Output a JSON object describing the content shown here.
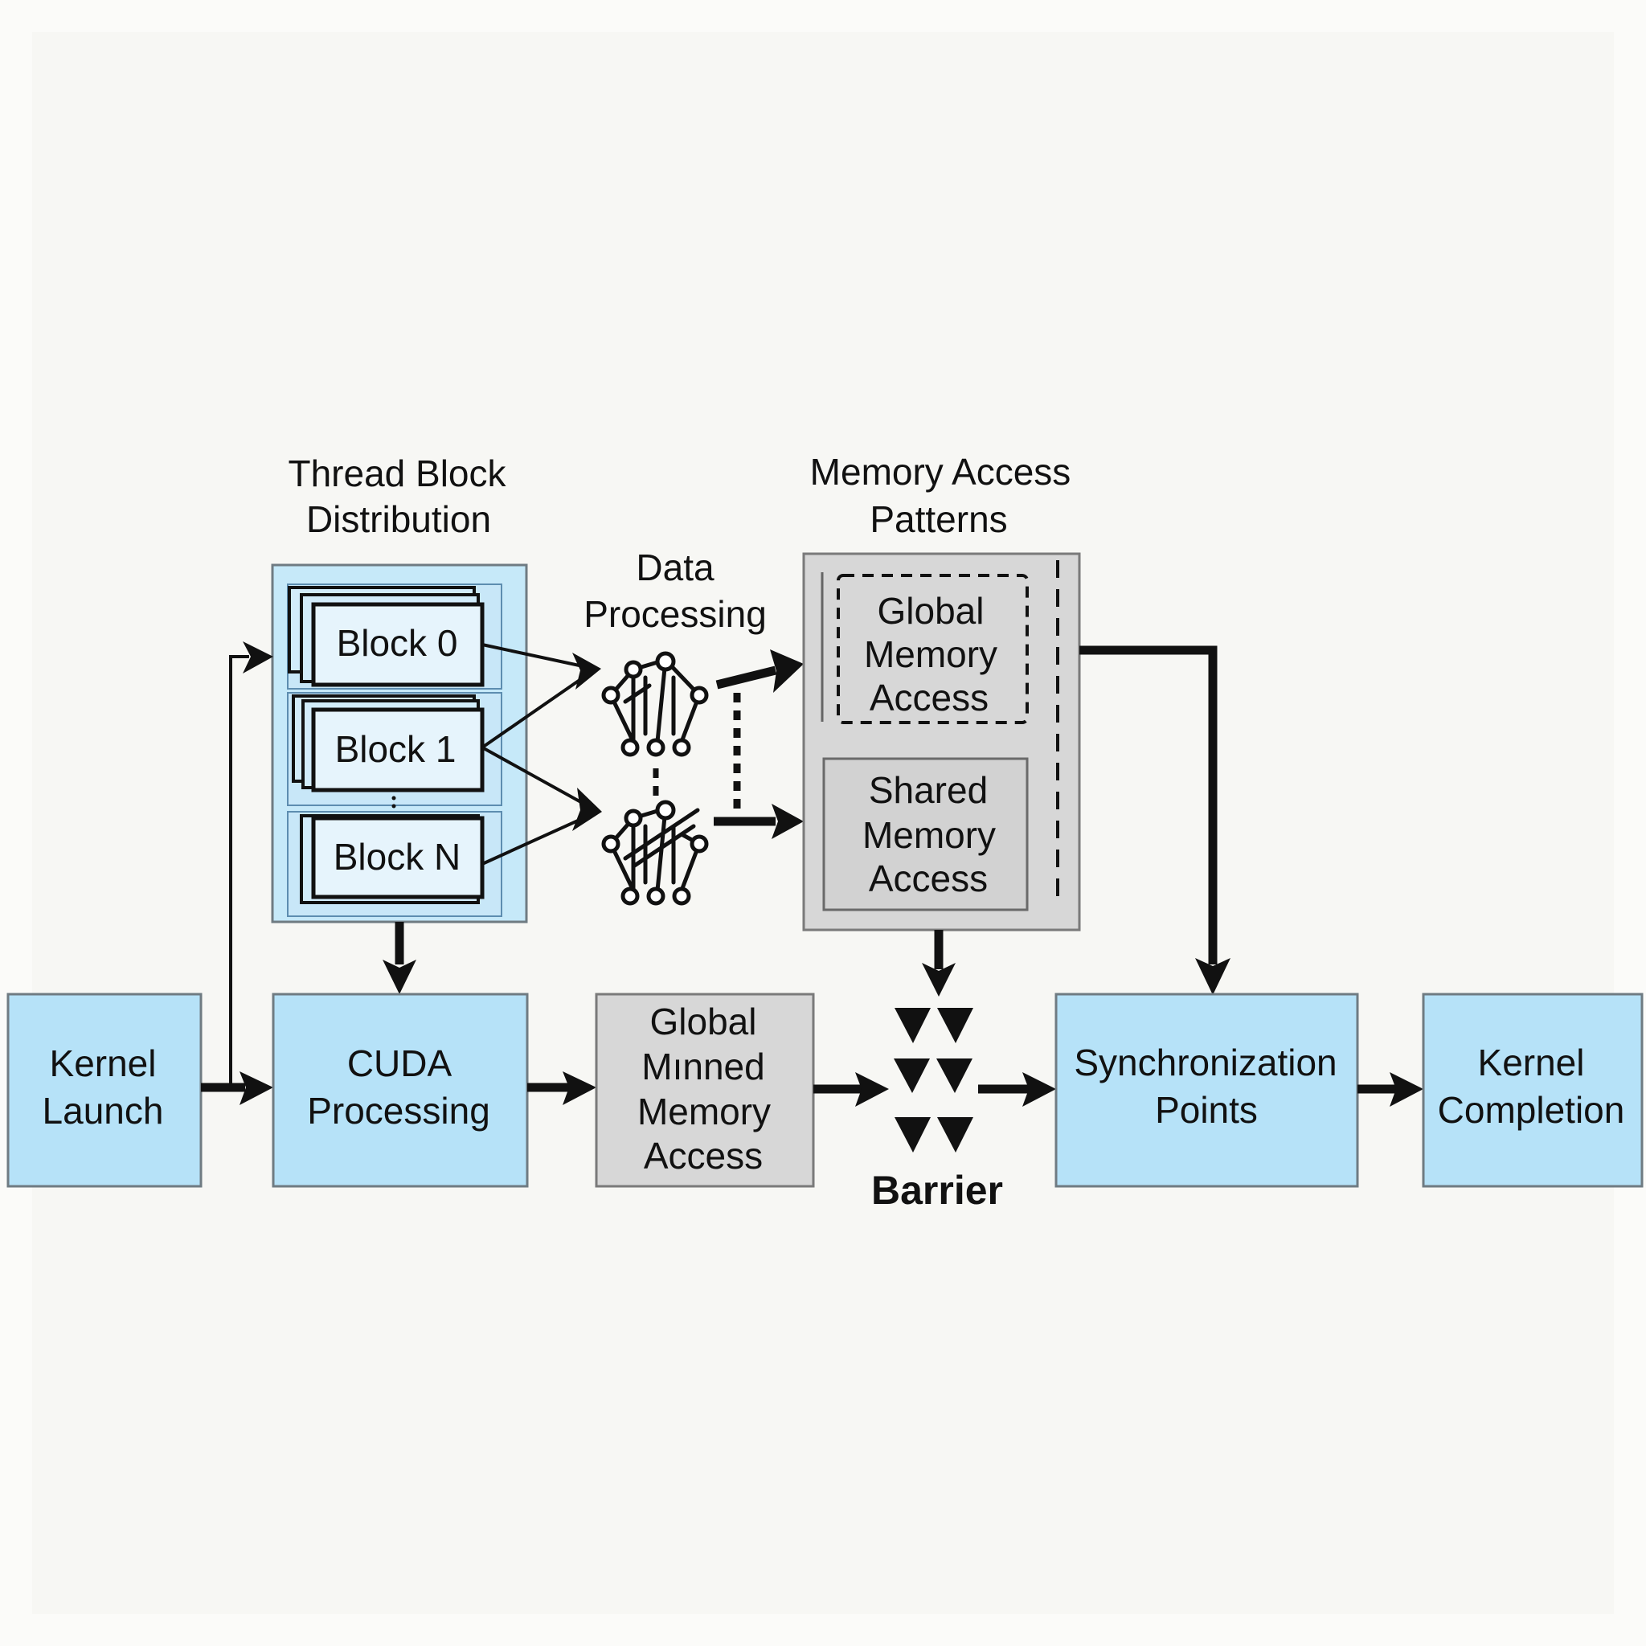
{
  "diagram": {
    "title_thread_block": [
      "Thread Block",
      "Distribution"
    ],
    "title_data_processing": [
      "Data",
      "Processing"
    ],
    "title_memory_patterns": [
      "Memory Access",
      "Patterns"
    ],
    "blocks": [
      "Block 0",
      "Block 1",
      "Block N"
    ],
    "memory_patterns": {
      "global": [
        "Global",
        "Memory",
        "Access"
      ],
      "shared": [
        "Shared",
        "Memory",
        "Access"
      ]
    },
    "pipeline": {
      "kernel_launch": [
        "Kernel",
        "Launch"
      ],
      "cuda_processing": [
        "CUDA",
        "Processing"
      ],
      "global_memory": [
        "Global",
        "Mınned",
        "Memory",
        "Access"
      ],
      "barrier": "Barrier",
      "sync_points": [
        "Synchronization",
        "Points"
      ],
      "kernel_completion": [
        "Kernel",
        "Completion"
      ]
    },
    "icons": {
      "data_processing_top": "neural-network-icon",
      "data_processing_bottom": "neural-network-icon",
      "barrier": "barrier-triangles-icon"
    },
    "colors": {
      "process_blue": "#b6e2f8",
      "memory_grey": "#d7d7d7",
      "stroke": "#111111"
    }
  }
}
